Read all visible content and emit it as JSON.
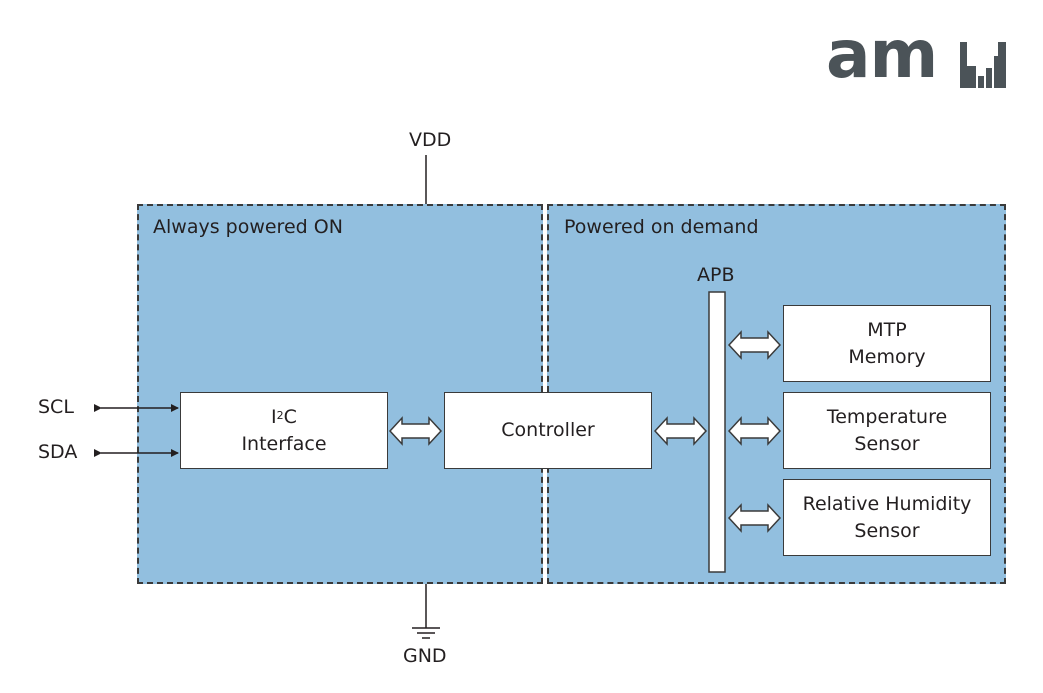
{
  "logo": {
    "text": "am",
    "color": "#4b5358",
    "mark": "am-logo-stripes-icon"
  },
  "power": {
    "vdd": "VDD",
    "gnd": "GND"
  },
  "regions": {
    "always_on": {
      "title": "Always powered ON"
    },
    "on_demand": {
      "title": "Powered on demand"
    }
  },
  "signals": {
    "scl": "SCL",
    "sda": "SDA"
  },
  "bus": {
    "label": "APB"
  },
  "blocks": {
    "i2c": {
      "prefix": "I",
      "sup": "2",
      "suffix": "C",
      "line2": "Interface"
    },
    "controller": {
      "line1": "Controller"
    },
    "mtp": {
      "line1": "MTP",
      "line2": "Memory"
    },
    "temperature": {
      "line1": "Temperature",
      "line2": "Sensor"
    },
    "humidity": {
      "line1": "Relative Humidity",
      "line2": "Sensor"
    }
  },
  "colors": {
    "region_fill": "#92bfdf",
    "stroke": "#3a3a3a",
    "block_fill": "#ffffff",
    "text": "#231f20"
  }
}
